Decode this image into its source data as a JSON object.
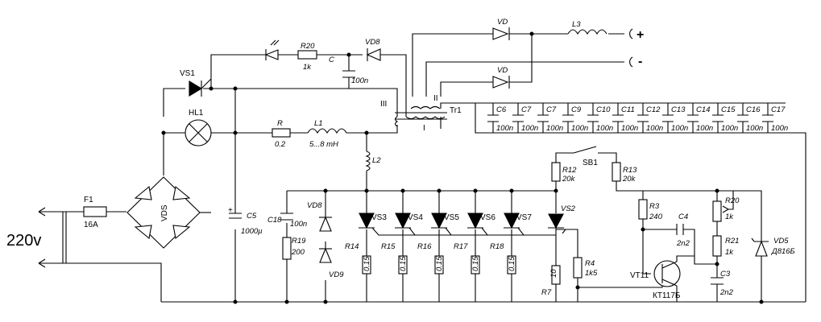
{
  "mains": {
    "voltage": "220v"
  },
  "fuse": {
    "ref": "F1",
    "value": "16A"
  },
  "bridge": {
    "ref": "VDS"
  },
  "thyristor_main": {
    "ref": "VS1"
  },
  "lamp": {
    "ref": "HL1"
  },
  "indicator": {
    "r_ref": "R20",
    "r_value": "1k",
    "c_ref": "C",
    "c_value": "100n",
    "d_ref": "VD8"
  },
  "c5": {
    "ref": "C5",
    "value": "1000µ"
  },
  "shunt": {
    "ref": "R",
    "value": "0.2"
  },
  "l1": {
    "ref": "L1",
    "value": "5...8 mH"
  },
  "l2": {
    "ref": "L2"
  },
  "transformer": {
    "ref": "Tr1",
    "w1": "I",
    "w2": "II",
    "w3": "III"
  },
  "out_diodes": {
    "top": "VD",
    "bottom": "VD"
  },
  "l3": {
    "ref": "L3"
  },
  "terminals": {
    "plus": "+",
    "minus": "-"
  },
  "capacitor_bank": [
    {
      "ref": "C6",
      "value": "100n"
    },
    {
      "ref": "C7",
      "value": "100n"
    },
    {
      "ref": "C7",
      "value": "100n"
    },
    {
      "ref": "C9",
      "value": "100n"
    },
    {
      "ref": "C10",
      "value": "100n"
    },
    {
      "ref": "C11",
      "value": "100n"
    },
    {
      "ref": "C12",
      "value": "100n"
    },
    {
      "ref": "C13",
      "value": "100n"
    },
    {
      "ref": "C14",
      "value": "100n"
    },
    {
      "ref": "C15",
      "value": "100n"
    },
    {
      "ref": "C16",
      "value": "100n"
    },
    {
      "ref": "C17",
      "value": "100n"
    }
  ],
  "c18": {
    "ref": "C18",
    "value": "100n"
  },
  "r19": {
    "ref": "R19",
    "value": "200"
  },
  "zeners_left": {
    "top": "VD8",
    "bottom": "VD9"
  },
  "thyristors": [
    "VS3",
    "VS4",
    "VS5",
    "VS6",
    "VS7"
  ],
  "vs2": {
    "ref": "VS2"
  },
  "cathode_resistors": [
    {
      "ref": "R14",
      "value": "0.15"
    },
    {
      "ref": "R15",
      "value": "0.15"
    },
    {
      "ref": "R16",
      "value": "0.15"
    },
    {
      "ref": "R17",
      "value": "0.15"
    },
    {
      "ref": "R18",
      "value": "0.15"
    }
  ],
  "r7": {
    "ref": "R7",
    "value": "10"
  },
  "r4": {
    "ref": "R4",
    "value": "1k5"
  },
  "r12": {
    "ref": "R12",
    "value": "20k"
  },
  "r13": {
    "ref": "R13",
    "value": "20k"
  },
  "sb1": {
    "ref": "SB1"
  },
  "r3": {
    "ref": "R3",
    "value": "240"
  },
  "c4": {
    "ref": "C4",
    "value": "2n2"
  },
  "ujt": {
    "ref": "VT11",
    "type": "КТ117Б"
  },
  "r20b": {
    "ref": "R20",
    "value": "1k"
  },
  "r21": {
    "ref": "R21",
    "value": "1k"
  },
  "c3": {
    "ref": "C3",
    "value": "2n2"
  },
  "vd5": {
    "ref": "VD5",
    "type": "Д816Б"
  }
}
